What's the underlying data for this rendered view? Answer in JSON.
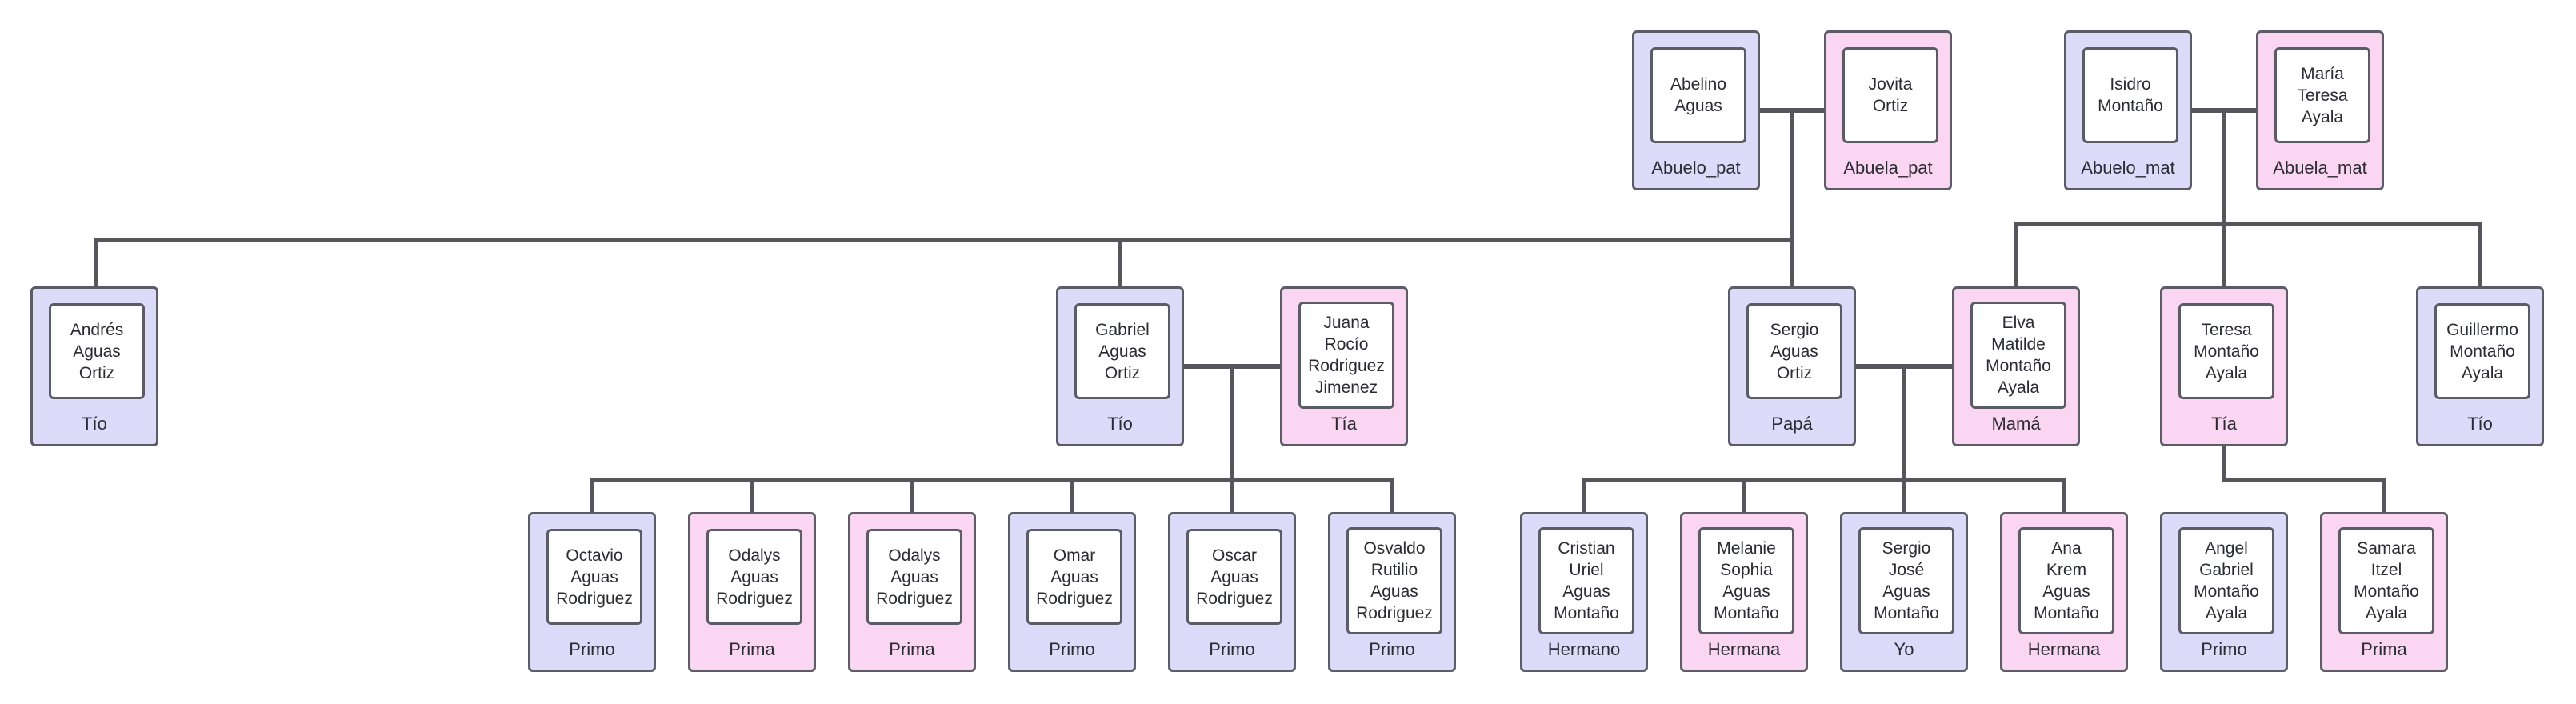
{
  "members": [
    {
      "id": "abuelo_pat",
      "name": [
        "Abelino",
        "Aguas"
      ],
      "role": "Abuelo_pat",
      "gender": "m"
    },
    {
      "id": "abuela_pat",
      "name": [
        "Jovita",
        "Ortiz"
      ],
      "role": "Abuela_pat",
      "gender": "f"
    },
    {
      "id": "abuelo_mat",
      "name": [
        "Isidro",
        "Montaño"
      ],
      "role": "Abuelo_mat",
      "gender": "m"
    },
    {
      "id": "abuela_mat",
      "name": [
        "María",
        "Teresa",
        "Ayala"
      ],
      "role": "Abuela_mat",
      "gender": "f"
    },
    {
      "id": "tio_andres",
      "name": [
        "Andrés",
        "Aguas",
        "Ortiz"
      ],
      "role": "Tío",
      "gender": "m"
    },
    {
      "id": "tio_gabriel",
      "name": [
        "Gabriel",
        "Aguas",
        "Ortiz"
      ],
      "role": "Tío",
      "gender": "m"
    },
    {
      "id": "tia_juana",
      "name": [
        "Juana",
        "Rocío",
        "Rodriguez",
        "Jimenez"
      ],
      "role": "Tía",
      "gender": "f"
    },
    {
      "id": "papa",
      "name": [
        "Sergio",
        "Aguas",
        "Ortiz"
      ],
      "role": "Papá",
      "gender": "m"
    },
    {
      "id": "mama",
      "name": [
        "Elva",
        "Matilde",
        "Montaño",
        "Ayala"
      ],
      "role": "Mamá",
      "gender": "f"
    },
    {
      "id": "tia_teresa",
      "name": [
        "Teresa",
        "Montaño",
        "Ayala"
      ],
      "role": "Tía",
      "gender": "f"
    },
    {
      "id": "tio_guillermo",
      "name": [
        "Guillermo",
        "Montaño",
        "Ayala"
      ],
      "role": "Tío",
      "gender": "m"
    },
    {
      "id": "primo_octavio",
      "name": [
        "Octavio",
        "Aguas",
        "Rodriguez"
      ],
      "role": "Primo",
      "gender": "m"
    },
    {
      "id": "prima_odalys1",
      "name": [
        "Odalys",
        "Aguas",
        "Rodriguez"
      ],
      "role": "Prima",
      "gender": "f"
    },
    {
      "id": "prima_odalys2",
      "name": [
        "Odalys",
        "Aguas",
        "Rodriguez"
      ],
      "role": "Prima",
      "gender": "f"
    },
    {
      "id": "primo_omar",
      "name": [
        "Omar",
        "Aguas",
        "Rodriguez"
      ],
      "role": "Primo",
      "gender": "m"
    },
    {
      "id": "primo_oscar",
      "name": [
        "Oscar",
        "Aguas",
        "Rodriguez"
      ],
      "role": "Primo",
      "gender": "m"
    },
    {
      "id": "primo_osvaldo",
      "name": [
        "Osvaldo",
        "Rutilio",
        "Aguas",
        "Rodriguez"
      ],
      "role": "Primo",
      "gender": "m"
    },
    {
      "id": "hermano_cristian",
      "name": [
        "Cristian",
        "Uriel",
        "Aguas",
        "Montaño"
      ],
      "role": "Hermano",
      "gender": "m"
    },
    {
      "id": "hermana_melanie",
      "name": [
        "Melanie",
        "Sophia",
        "Aguas",
        "Montaño"
      ],
      "role": "Hermana",
      "gender": "f"
    },
    {
      "id": "yo",
      "name": [
        "Sergio",
        "José",
        "Aguas",
        "Montaño"
      ],
      "role": "Yo",
      "gender": "m"
    },
    {
      "id": "hermana_ana",
      "name": [
        "Ana",
        "Krem",
        "Aguas",
        "Montaño"
      ],
      "role": "Hermana",
      "gender": "f"
    },
    {
      "id": "primo_angel",
      "name": [
        "Angel",
        "Gabriel",
        "Montaño",
        "Ayala"
      ],
      "role": "Primo",
      "gender": "m"
    },
    {
      "id": "prima_samara",
      "name": [
        "Samara",
        "Itzel",
        "Montaño",
        "Ayala"
      ],
      "role": "Prima",
      "gender": "f"
    }
  ],
  "colors": {
    "male_fill": "#dcdcfa",
    "female_fill": "#fbd6f2",
    "connector": "#55575c"
  }
}
